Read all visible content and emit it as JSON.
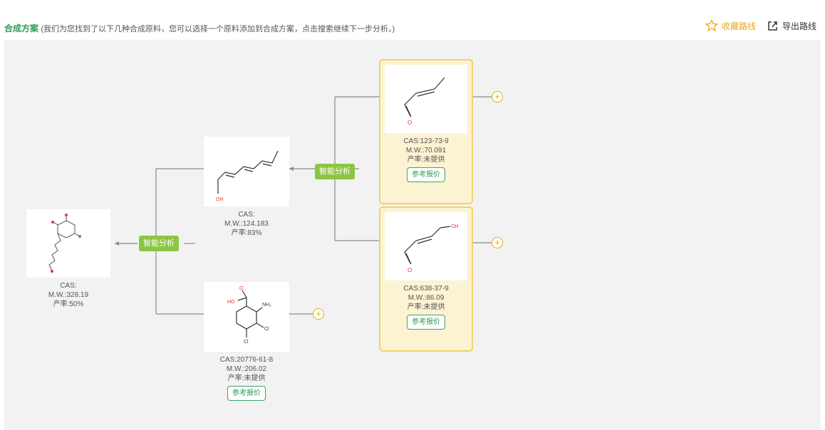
{
  "header": {
    "title_strong": "合成方案",
    "title_desc": "(我们为您找到了以下几种合成原料，您可以选择一个原料添加到合成方案，点击搜索继续下一步分析。)",
    "favorite_label": "收藏路线",
    "export_label": "导出路线"
  },
  "buttons": {
    "analyze_1": "智能分析",
    "analyze_2": "智能分析"
  },
  "nodes": {
    "target": {
      "cas": "CAS:",
      "mw": "M.W.:328.19",
      "yield": "产率:50%"
    },
    "intermediate": {
      "cas": "CAS:",
      "mw": "M.W.:124.183",
      "yield": "产率:83%"
    },
    "material_a": {
      "cas": "CAS:20776-61-8",
      "mw": "M.W.:206.02",
      "yield": "产率:未提供",
      "quote": "参考报价",
      "struct_labels": {
        "o": "O",
        "nh2": "NH₂",
        "oh": "HO",
        "cl1": "Cl",
        "cl2": "Cl"
      }
    },
    "material_b": {
      "cas": "CAS:123-73-9",
      "mw": "M.W.:70.091",
      "yield": "产率:未提供",
      "quote": "参考报价",
      "struct_labels": {
        "o": "O"
      }
    },
    "material_c": {
      "cas": "CAS:638-37-9",
      "mw": "M.W.:86.09",
      "yield": "产率:未提供",
      "quote": "参考报价",
      "struct_labels": {
        "o": "O",
        "oh": "OH"
      }
    },
    "intermediate_labels": {
      "oh": "OH"
    }
  },
  "colors": {
    "accent_green": "#2f9a55",
    "button_green": "#8cc63f",
    "card_border": "#f2d16a",
    "card_bg": "#fcf3d2",
    "plus": "#e6a817"
  }
}
